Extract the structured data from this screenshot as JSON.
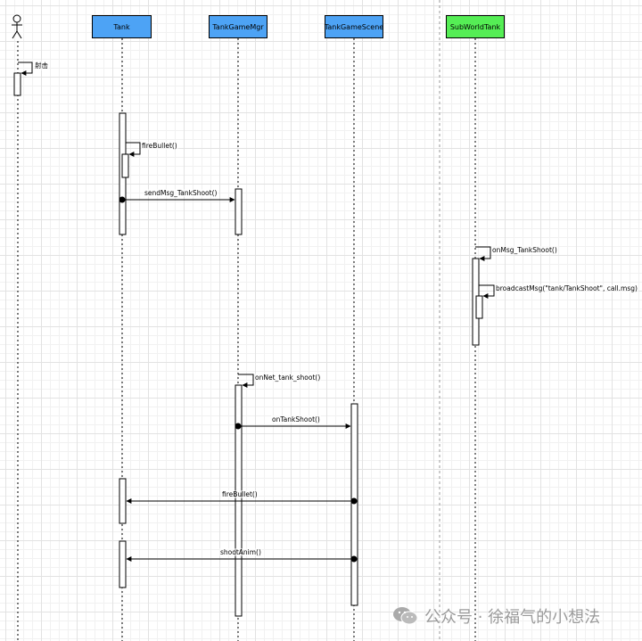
{
  "colors": {
    "lifeline_blue": "#4da3f5",
    "lifeline_green": "#55ee55",
    "line": "#000000"
  },
  "actor": {
    "icon": "stick-figure-icon"
  },
  "lifelines": [
    {
      "id": "tank",
      "label": "Tank",
      "color": "#4da3f5"
    },
    {
      "id": "mgr",
      "label": "TankGameMgr",
      "color": "#4da3f5"
    },
    {
      "id": "scene",
      "label": "TankGameScene",
      "color": "#4da3f5"
    },
    {
      "id": "sub",
      "label": "SubWorldTank",
      "color": "#55ee55"
    }
  ],
  "messages": [
    {
      "id": "m0",
      "label": "射击",
      "from": "actor",
      "to": "actor",
      "self": true
    },
    {
      "id": "m1",
      "label": "fireBullet()",
      "from": "tank",
      "to": "tank",
      "self": true
    },
    {
      "id": "m2",
      "label": "sendMsg_TankShoot()",
      "from": "tank",
      "to": "mgr"
    },
    {
      "id": "m3",
      "label": "onMsg_TankShoot()",
      "from": "sub",
      "to": "sub",
      "self": true
    },
    {
      "id": "m4",
      "label": "broadcastMsg(\"tank/TankShoot\", call.msg)",
      "from": "sub",
      "to": "sub",
      "self": true
    },
    {
      "id": "m5",
      "label": "onNet_tank_shoot()",
      "from": "mgr",
      "to": "mgr",
      "self": true
    },
    {
      "id": "m6",
      "label": "onTankShoot()",
      "from": "mgr",
      "to": "scene"
    },
    {
      "id": "m7",
      "label": "fireBullet()",
      "from": "scene",
      "to": "tank"
    },
    {
      "id": "m8",
      "label": "shootAnim()",
      "from": "scene",
      "to": "tank"
    }
  ],
  "watermark": {
    "icon": "wechat-icon",
    "text": "公众号 · 徐福气的小想法"
  }
}
